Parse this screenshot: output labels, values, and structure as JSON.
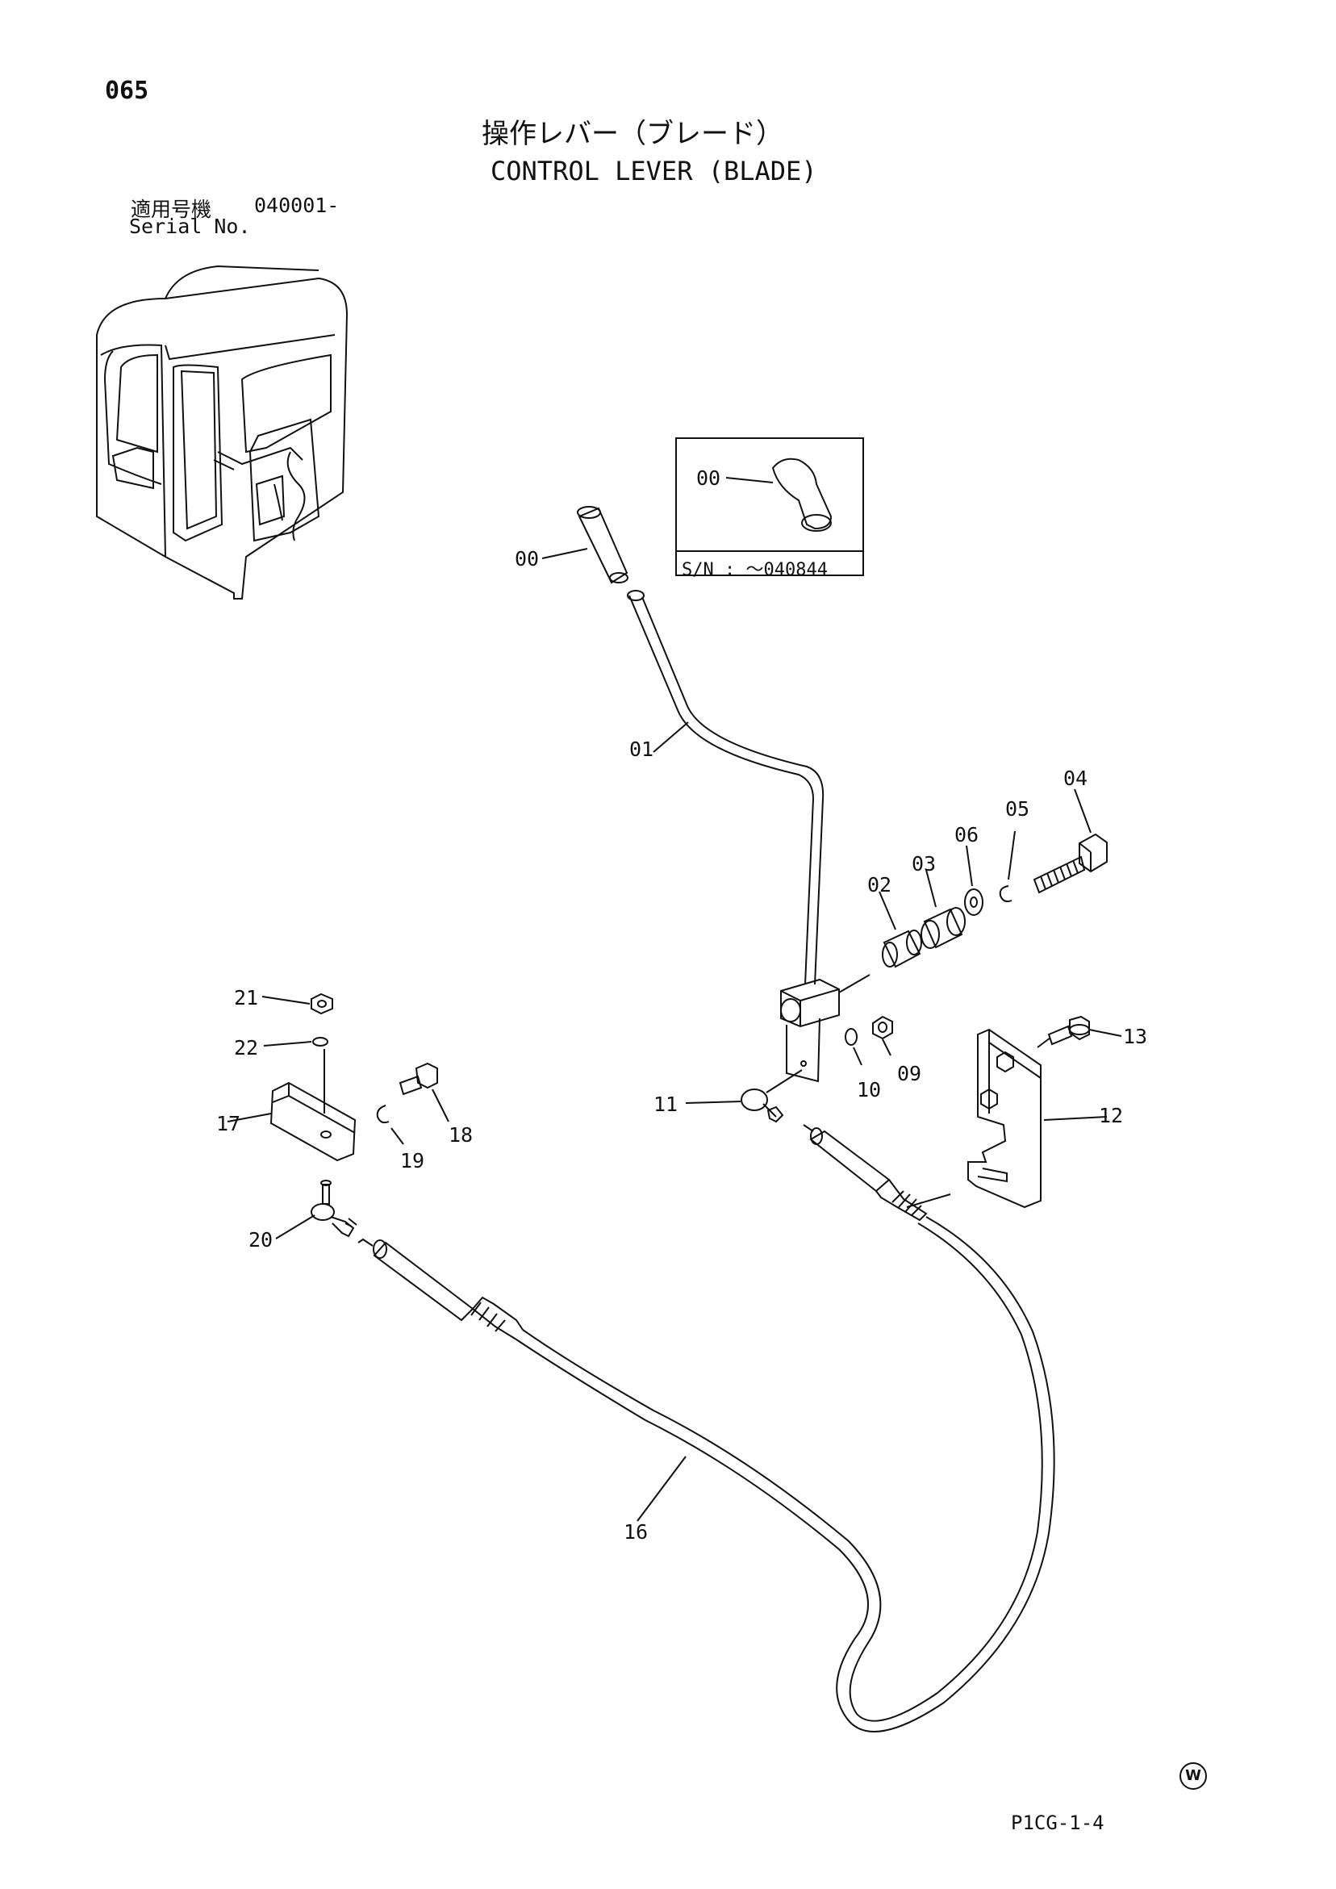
{
  "page": {
    "number": "065",
    "title_jp": "操作レバー（ブレード）",
    "title_en": "CONTROL LEVER (BLADE)",
    "serial_label_jp": "適用号機",
    "serial_value": "040001-",
    "serial_label_en": "Serial No.",
    "code": "P1CG-1-4",
    "mark": "W"
  },
  "inset": {
    "part": "00",
    "sn_text": "S/N :   ～040844"
  },
  "parts": [
    {
      "id": "00",
      "label": "00"
    },
    {
      "id": "01",
      "label": "01"
    },
    {
      "id": "02",
      "label": "02"
    },
    {
      "id": "03",
      "label": "03"
    },
    {
      "id": "04",
      "label": "04"
    },
    {
      "id": "05",
      "label": "05"
    },
    {
      "id": "06",
      "label": "06"
    },
    {
      "id": "09",
      "label": "09"
    },
    {
      "id": "10",
      "label": "10"
    },
    {
      "id": "11",
      "label": "11"
    },
    {
      "id": "12",
      "label": "12"
    },
    {
      "id": "13",
      "label": "13"
    },
    {
      "id": "16",
      "label": "16"
    },
    {
      "id": "17",
      "label": "17"
    },
    {
      "id": "18",
      "label": "18"
    },
    {
      "id": "19",
      "label": "19"
    },
    {
      "id": "20",
      "label": "20"
    },
    {
      "id": "21",
      "label": "21"
    },
    {
      "id": "22",
      "label": "22"
    }
  ]
}
